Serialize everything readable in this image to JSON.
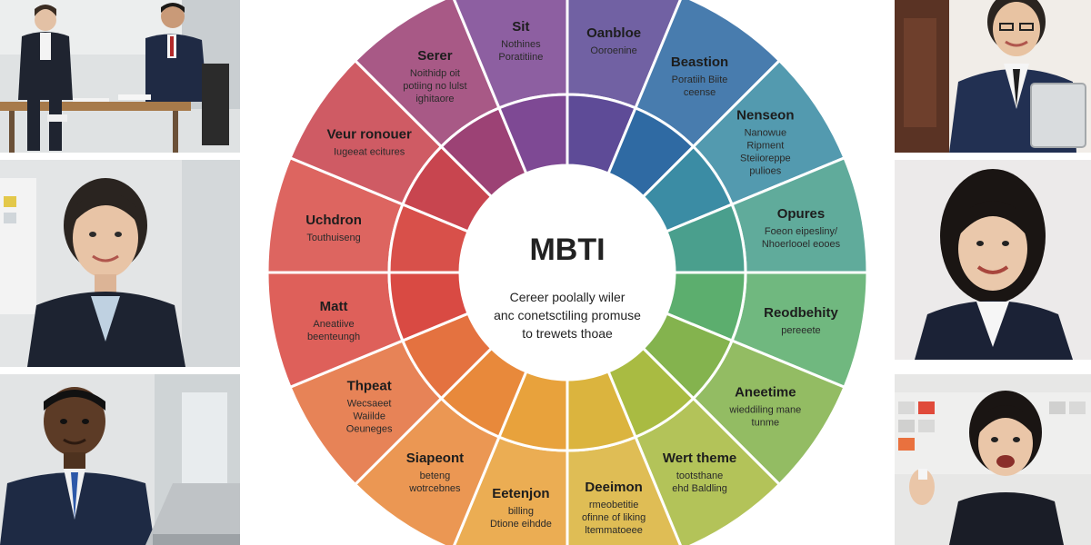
{
  "center": {
    "title": "MBTI",
    "lines": [
      "Cereer poolally wiler",
      "anc conetsctiling promuse",
      "to trewets thoae"
    ]
  },
  "segments": [
    {
      "title": "Oanbloe",
      "sub": [
        "Ooroenine"
      ],
      "color": "#5e4b97"
    },
    {
      "title": "Beastion",
      "sub": [
        "Poratiih Biite",
        "ceense"
      ],
      "color": "#2f6aa3"
    },
    {
      "title": "Nenseon",
      "sub": [
        "Nanowue",
        "Ripment",
        "Steiioreppe",
        "pulioes"
      ],
      "color": "#3b8ca4"
    },
    {
      "title": "Opures",
      "sub": [
        "Foeon eipesliny/",
        "Nhoerlooel eooes"
      ],
      "color": "#4a9f8d"
    },
    {
      "title": "Reodbehity",
      "sub": [
        "pereeete"
      ],
      "color": "#5cae6e"
    },
    {
      "title": "Aneetime",
      "sub": [
        "wieddiling mane",
        "tunme"
      ],
      "color": "#84b34e"
    },
    {
      "title": "Wert theme",
      "sub": [
        "tootsthane",
        "ehd Baldling"
      ],
      "color": "#a9bb42"
    },
    {
      "title": "Deeimon",
      "sub": [
        "rmeobetitie",
        "ofinne of liking",
        "ltemmatoeee"
      ],
      "color": "#dbb43e"
    },
    {
      "title": "Eetenjon",
      "sub": [
        "billing",
        "Dtione eihdde"
      ],
      "color": "#e8a23c"
    },
    {
      "title": "Siapeont",
      "sub": [
        "beteng",
        "wotrcebnes"
      ],
      "color": "#e8893b"
    },
    {
      "title": "Thpeat",
      "sub": [
        "Wecsaeet",
        "Waiilde",
        "Oeuneges"
      ],
      "color": "#e47240"
    },
    {
      "title": "Matt",
      "sub": [
        "Aneatiive",
        "beenteungh"
      ],
      "color": "#d94a43"
    },
    {
      "title": "Uchdron",
      "sub": [
        "Touthuiseng"
      ],
      "color": "#d8504a"
    },
    {
      "title": "Veur ronouer",
      "sub": [
        "Iugeeat ecitures"
      ],
      "color": "#c8454f"
    },
    {
      "title": "Serer",
      "sub": [
        "Noithidp oit",
        "potiing no lulst",
        "ighitaore"
      ],
      "color": "#9c4275"
    },
    {
      "title": "Sit",
      "sub": [
        "Nothines",
        "Poratitiine"
      ],
      "color": "#7e4994"
    }
  ]
}
